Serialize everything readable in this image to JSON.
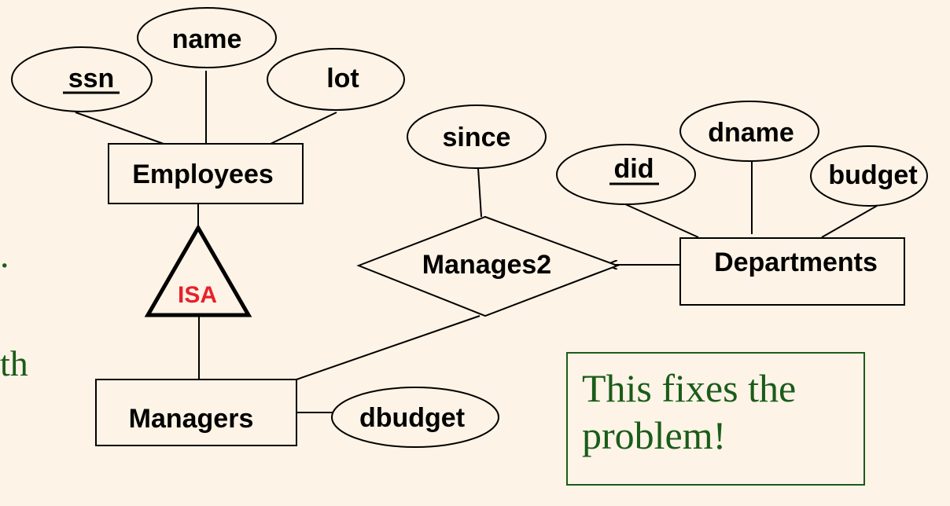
{
  "entities": {
    "employees": "Employees",
    "departments": "Departments",
    "managers": "Managers"
  },
  "relationship": {
    "manages2": "Manages2"
  },
  "isa": {
    "label": "ISA"
  },
  "attributes": {
    "ssn": "ssn",
    "name": "name",
    "lot": "lot",
    "since": "since",
    "did": "did",
    "dname": "dname",
    "budget": "budget",
    "dbudget": "dbudget"
  },
  "fragments": {
    "left_1": ".",
    "left_2": "th"
  },
  "note": {
    "line1": "This fixes the",
    "line2": "problem!"
  },
  "colors": {
    "background": "#fdf3e6",
    "isa_text": "#e8202a",
    "note_green": "#1a5c1a"
  }
}
